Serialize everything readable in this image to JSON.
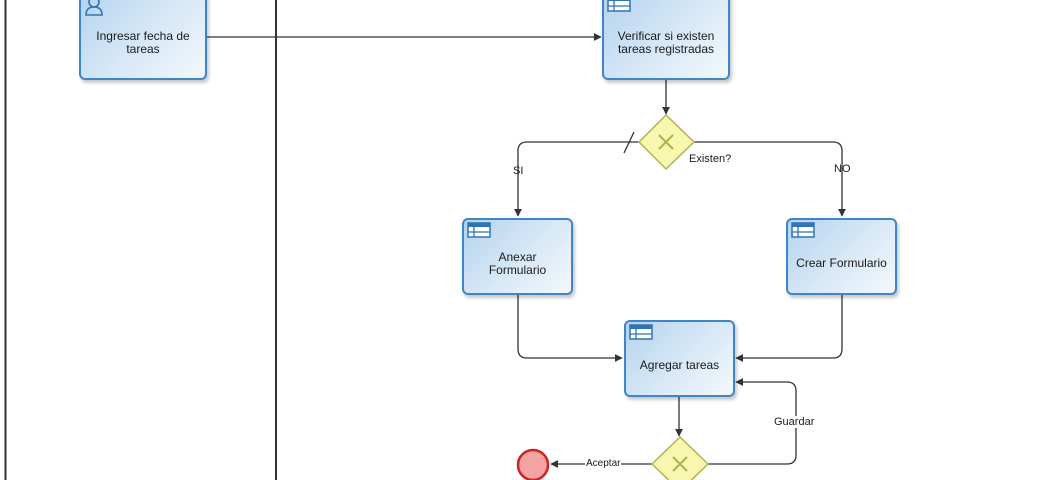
{
  "tasks": {
    "ingresar": {
      "label": "Ingresar fecha de tareas",
      "icon": "user-icon"
    },
    "verificar": {
      "label": "Verificar si existen tareas registradas",
      "icon": "table-icon"
    },
    "anexar": {
      "label": "Anexar Formulario",
      "icon": "table-icon"
    },
    "crear": {
      "label": "Crear Formulario",
      "icon": "table-icon"
    },
    "agregar": {
      "label": "Agregar tareas",
      "icon": "table-icon"
    }
  },
  "gateways": {
    "existen": {
      "label": "Existen?"
    }
  },
  "flows": {
    "si": "SI",
    "no": "NO",
    "guardar": "Guardar",
    "aceptar": "Aceptar"
  },
  "colors": {
    "task_border": "#3f86c8",
    "task_fill": "#c6def2",
    "gateway_fill": "#f7f7b0",
    "gateway_border": "#b2b24d",
    "end_event_fill": "#f4a3a3",
    "end_event_border": "#cc2222",
    "line": "#333333"
  }
}
